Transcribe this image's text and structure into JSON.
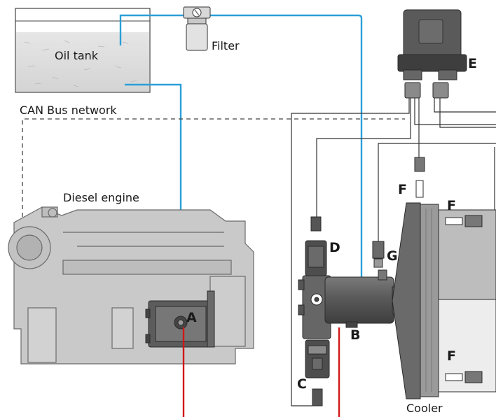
{
  "labels": {
    "oil_tank": "Oil tank",
    "filter": "Filter",
    "can_bus": "CAN Bus network",
    "diesel_engine": "Diesel engine",
    "cooler": "Cooler",
    "A": "A",
    "B": "B",
    "C": "C",
    "D": "D",
    "E": "E",
    "F1": "F",
    "F2": "F",
    "F3": "F",
    "G": "G"
  },
  "colors": {
    "hydraulic_line": "#2b9fd8",
    "return_line": "#d01818",
    "signal_wire": "#333333",
    "component_dark": "#5c5c5c",
    "component_mid": "#8a8a8a",
    "engine_gray": "#c9c9c9",
    "oil": "#dcdcdc"
  },
  "connections": [
    {
      "from": "Oil tank",
      "to": "Filter",
      "type": "hydraulic"
    },
    {
      "from": "Filter",
      "to": "B",
      "type": "hydraulic"
    },
    {
      "from": "Oil tank",
      "to": "A",
      "type": "hydraulic"
    },
    {
      "from": "A",
      "to": "B",
      "type": "return"
    },
    {
      "from": "E",
      "to": "Diesel engine",
      "type": "can-bus"
    },
    {
      "from": "E",
      "to": "C",
      "type": "signal"
    },
    {
      "from": "E",
      "to": "D",
      "type": "signal"
    },
    {
      "from": "E",
      "to": "F",
      "type": "signal"
    },
    {
      "from": "E",
      "to": "G",
      "type": "signal"
    }
  ]
}
